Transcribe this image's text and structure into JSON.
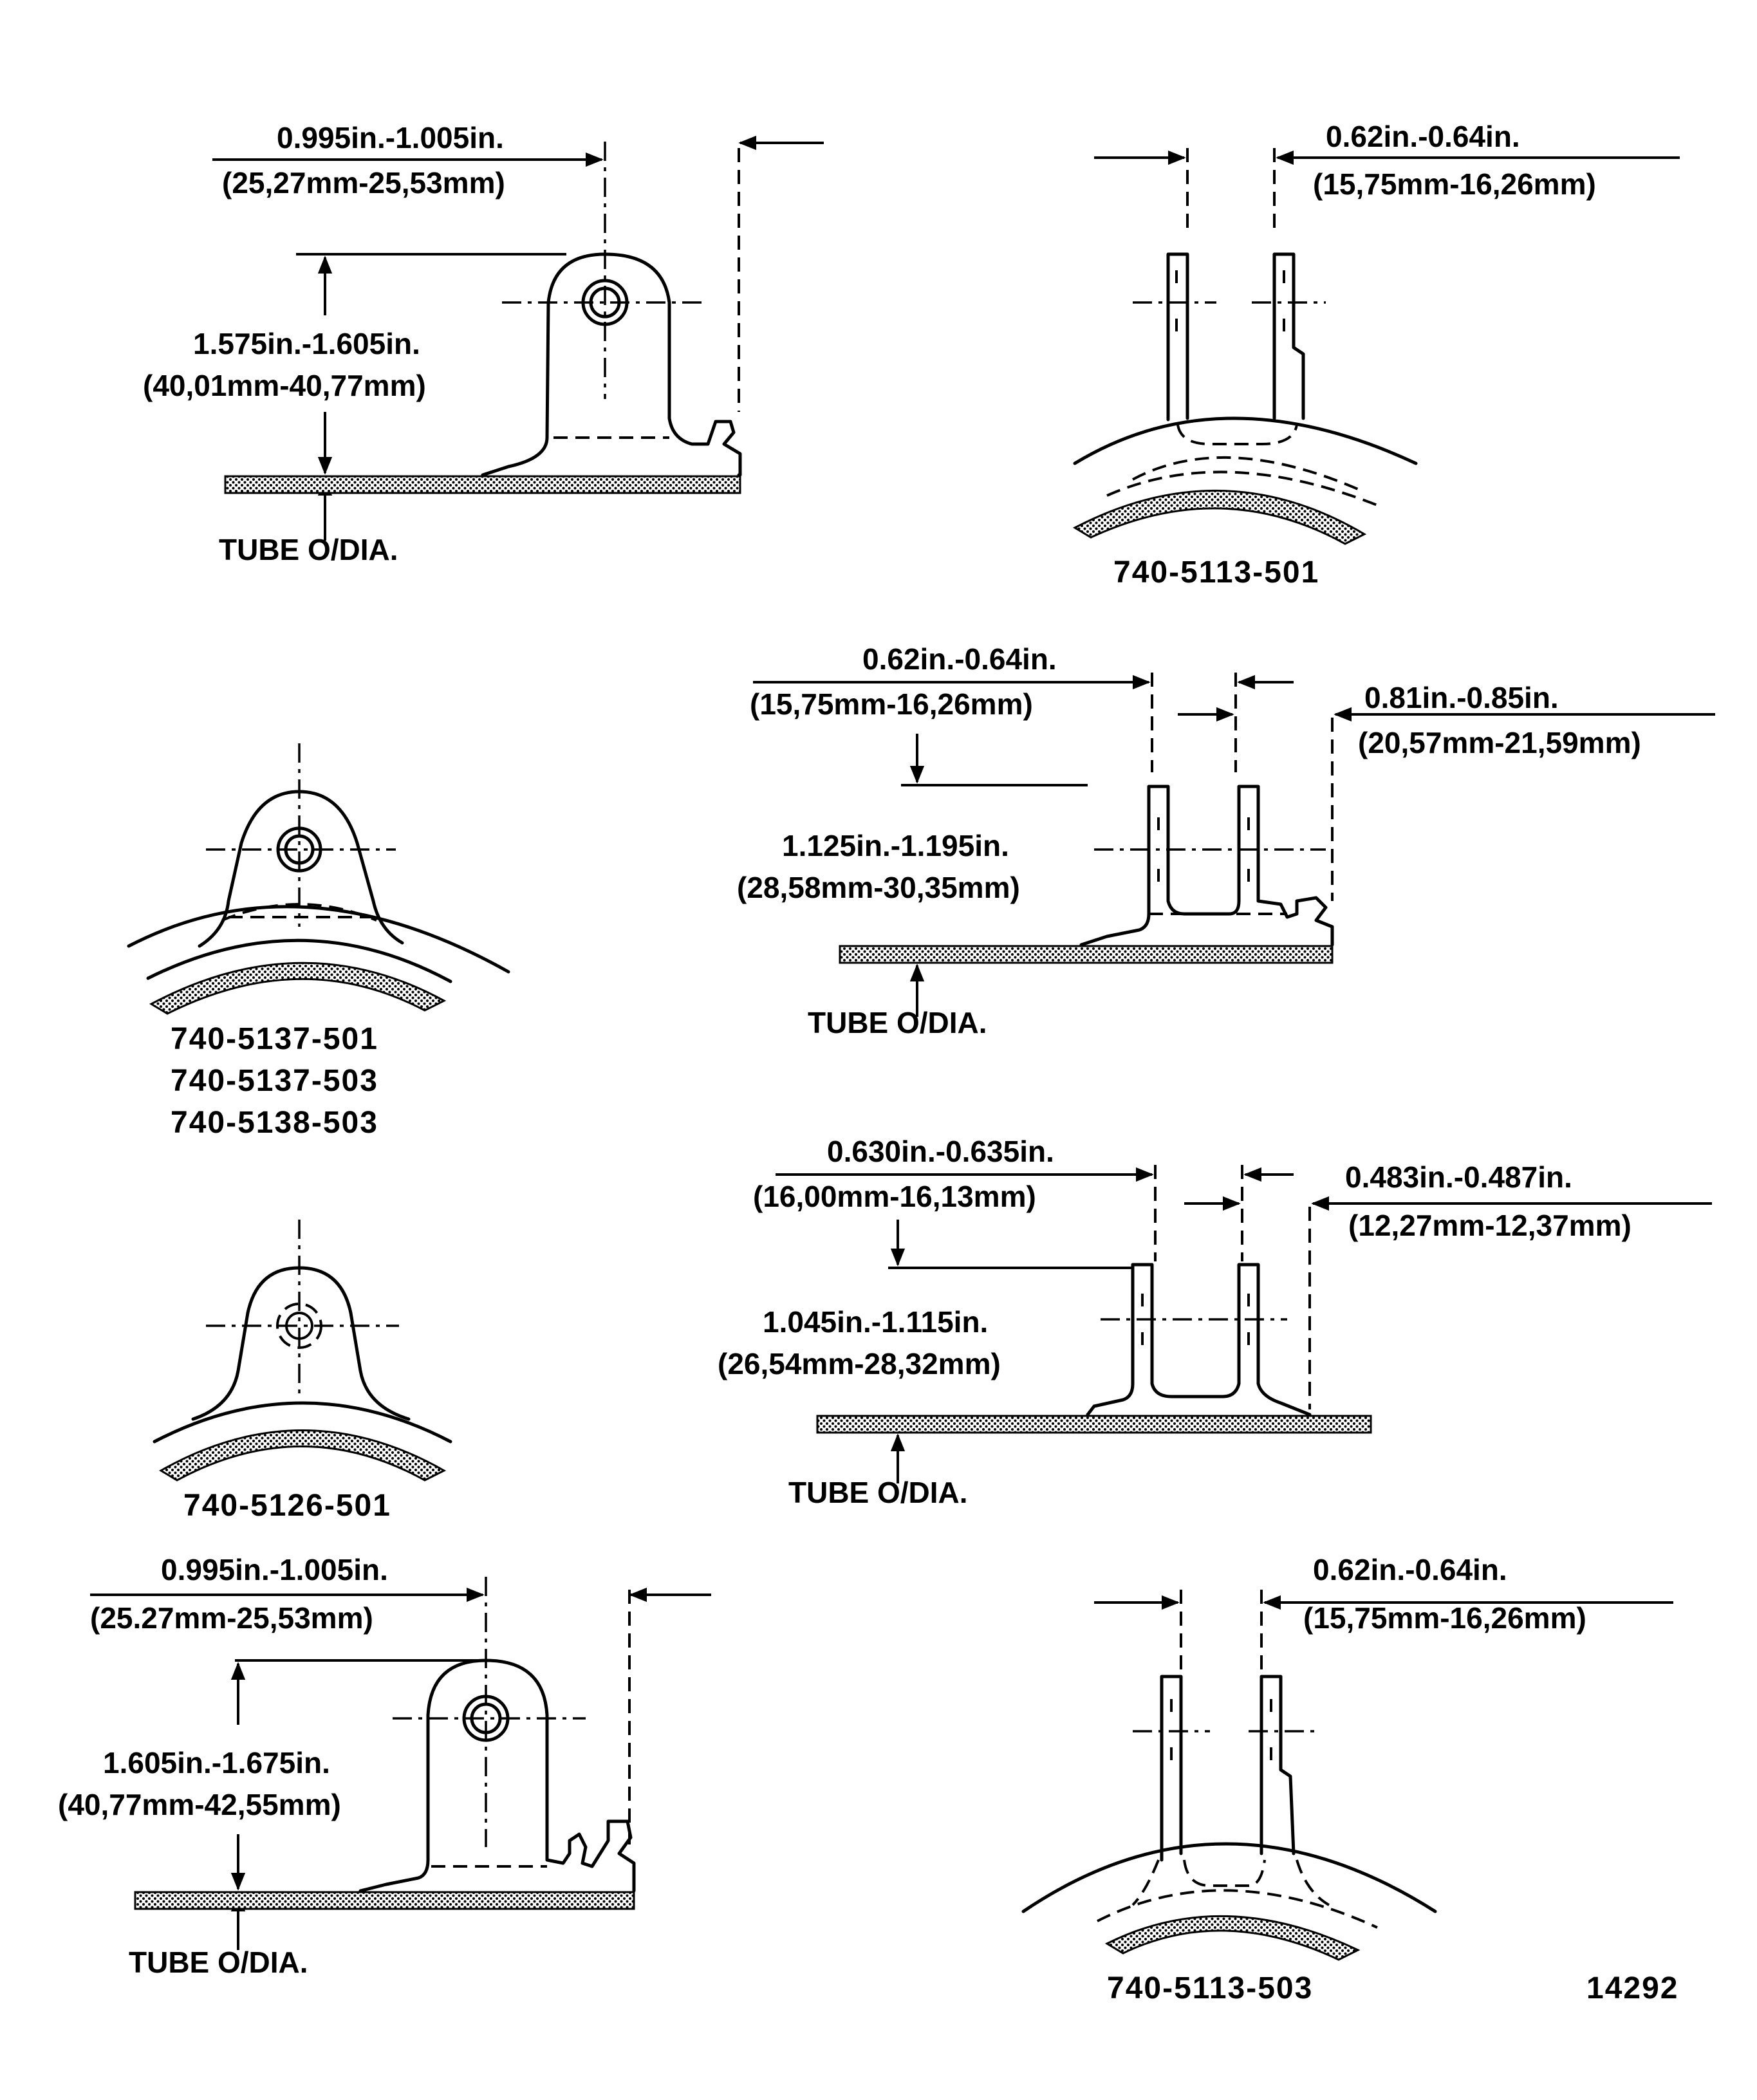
{
  "views": {
    "top_left": {
      "width_in": "0.995in.-1.005in.",
      "width_mm": "(25,27mm-25,53mm)",
      "height_in": "1.575in.-1.605in.",
      "height_mm": "(40,01mm-40,77mm)",
      "ref": "TUBE O/DIA."
    },
    "top_right": {
      "width_in": "0.62in.-0.64in.",
      "width_mm": "(15,75mm-16,26mm)",
      "part": "740-5113-501"
    },
    "middle_left": {
      "parts": [
        "740-5137-501",
        "740-5137-503",
        "740-5138-503"
      ]
    },
    "middle_right_1": {
      "width_in": "0.62in.-0.64in.",
      "width_mm": "(15,75mm-16,26mm)",
      "offset_in": "0.81in.-0.85in.",
      "offset_mm": "(20,57mm-21,59mm)",
      "height_in": "1.125in.-1.195in.",
      "height_mm": "(28,58mm-30,35mm)",
      "ref": "TUBE O/DIA."
    },
    "middle_left_2": {
      "part": "740-5126-501"
    },
    "middle_right_2": {
      "width_in": "0.630in.-0.635in.",
      "width_mm": "(16,00mm-16,13mm)",
      "offset_in": "0.483in.-0.487in.",
      "offset_mm": "(12,27mm-12,37mm)",
      "height_in": "1.045in.-1.115in.",
      "height_mm": "(26,54mm-28,32mm)",
      "ref": "TUBE O/DIA."
    },
    "bottom_left": {
      "width_in": "0.995in.-1.005in.",
      "width_mm": "(25.27mm-25,53mm)",
      "height_in": "1.605in.-1.675in.",
      "height_mm": "(40,77mm-42,55mm)",
      "ref": "TUBE O/DIA."
    },
    "bottom_right": {
      "width_in": "0.62in.-0.64in.",
      "width_mm": "(15,75mm-16,26mm)",
      "part": "740-5113-503"
    }
  },
  "figure_number": "14292"
}
